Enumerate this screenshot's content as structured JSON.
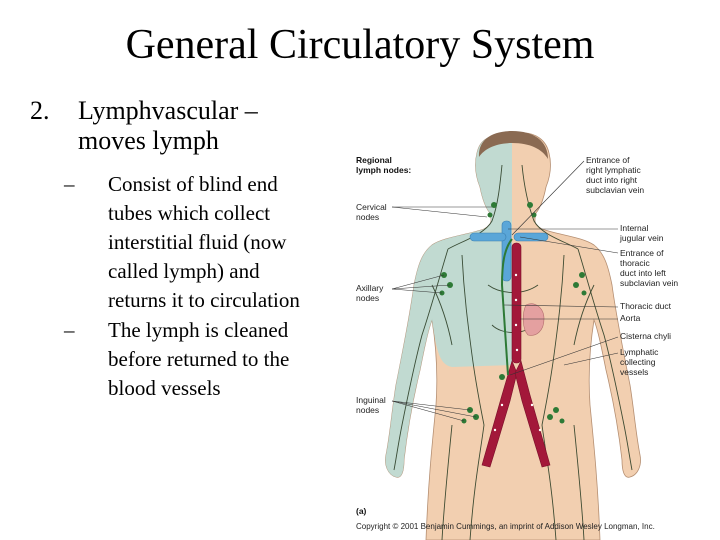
{
  "slide": {
    "title": "General Circulatory System",
    "point": {
      "number": "2.",
      "line1": "Lymphvascular –",
      "line2": "moves lymph"
    },
    "subpoints": [
      {
        "dash": "–",
        "lines": [
          "Consist of blind end",
          "tubes which collect",
          "interstitial fluid (now",
          "called lymph) and",
          "returns it to circulation"
        ]
      },
      {
        "dash": "–",
        "lines": [
          "The lymph is cleaned",
          "before returned to the",
          "blood vessels"
        ]
      }
    ]
  },
  "figure": {
    "heading": [
      "Regional",
      "lymph nodes:"
    ],
    "left_labels": {
      "cervical": [
        "Cervical",
        "nodes"
      ],
      "axillary": [
        "Axillary",
        "nodes"
      ],
      "inguinal": [
        "Inguinal",
        "nodes"
      ]
    },
    "right_labels": {
      "entrance_right": [
        "Entrance of",
        "right lymphatic",
        "duct into right",
        "subclavian vein"
      ],
      "internal_jugular": [
        "Internal",
        "jugular vein"
      ],
      "entrance_thoracic": [
        "Entrance of",
        "thoracic",
        "duct into left",
        "subclavian vein"
      ],
      "thoracic_duct": [
        "Thoracic duct"
      ],
      "aorta": [
        "Aorta"
      ],
      "cisterna": [
        "Cisterna chyli"
      ],
      "lymphatic_vessels": [
        "Lymphatic",
        "collecting",
        "vessels"
      ]
    },
    "panel_label": "(a)",
    "copyright": "Copyright © 2001 Benjamin Cummings, an imprint of Addison Wesley Longman, Inc.",
    "colors": {
      "skin": "#f2cfb0",
      "teal_overlay": "#b9dcd7",
      "artery": "#a3183a",
      "vein": "#5aa6d8",
      "lymph": "#2b3d25",
      "node": "#2e7a36"
    }
  }
}
